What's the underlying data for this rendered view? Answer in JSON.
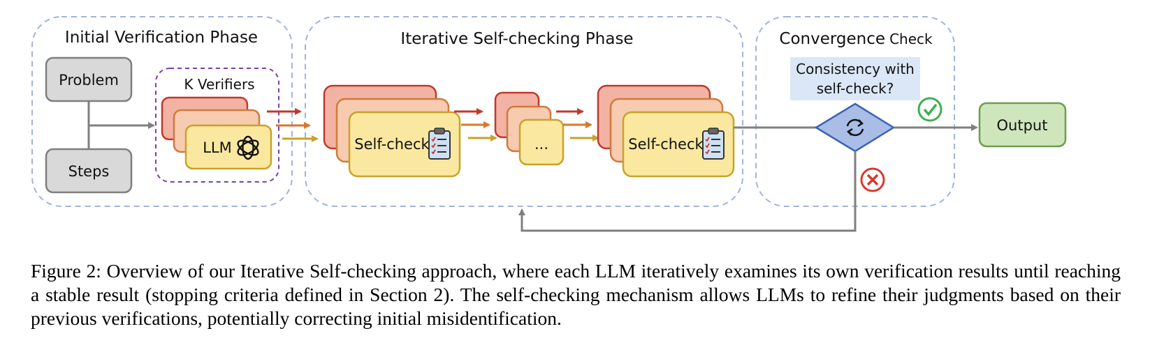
{
  "phases": {
    "initial": "Initial Verification Phase",
    "iterative": "Iterative Self-checking Phase",
    "convergence_a": "Convergence",
    "convergence_b": "Check"
  },
  "nodes": {
    "problem": "Problem",
    "steps": "Steps",
    "k_verifiers": "K Verifiers",
    "llm": "LLM",
    "self_check_1": "Self-check",
    "ellipsis": "...",
    "self_check_2": "Self-check",
    "question_line1": "Consistency with",
    "question_line2": "self-check?",
    "output": "Output"
  },
  "colors": {
    "dashed_phase_border": "#9fb3dd",
    "purple_dashed": "#7b3fa6",
    "gray_box": "#d9d9d9",
    "gray_stroke": "#7f7f7f",
    "red_card": "#f2b3a4",
    "red_stroke": "#c0392b",
    "peach_card": "#f6cbb0",
    "orange_stroke": "#d07a3a",
    "yellow_card": "#fbe8a0",
    "yellow_stroke": "#c9a227",
    "diamond_fill": "#a9bde6",
    "diamond_stroke": "#3b63b5",
    "output_fill": "#cfe6bd",
    "output_stroke": "#6d9e4c",
    "question_fill": "#dbe7f7",
    "check_green": "#3fae4f",
    "cross_red": "#d9382f",
    "arrow_red": "#c0392b",
    "arrow_orange": "#d9772c",
    "arrow_yellow": "#c9a227"
  },
  "caption": "Figure 2: Overview of our Iterative Self-checking approach, where each LLM iteratively examines its own verification results until reaching a stable result (stopping criteria defined in Section 2). The self-checking mechanism allows LLMs to refine their judgments based on their previous verifications, potentially correcting initial misidentification."
}
